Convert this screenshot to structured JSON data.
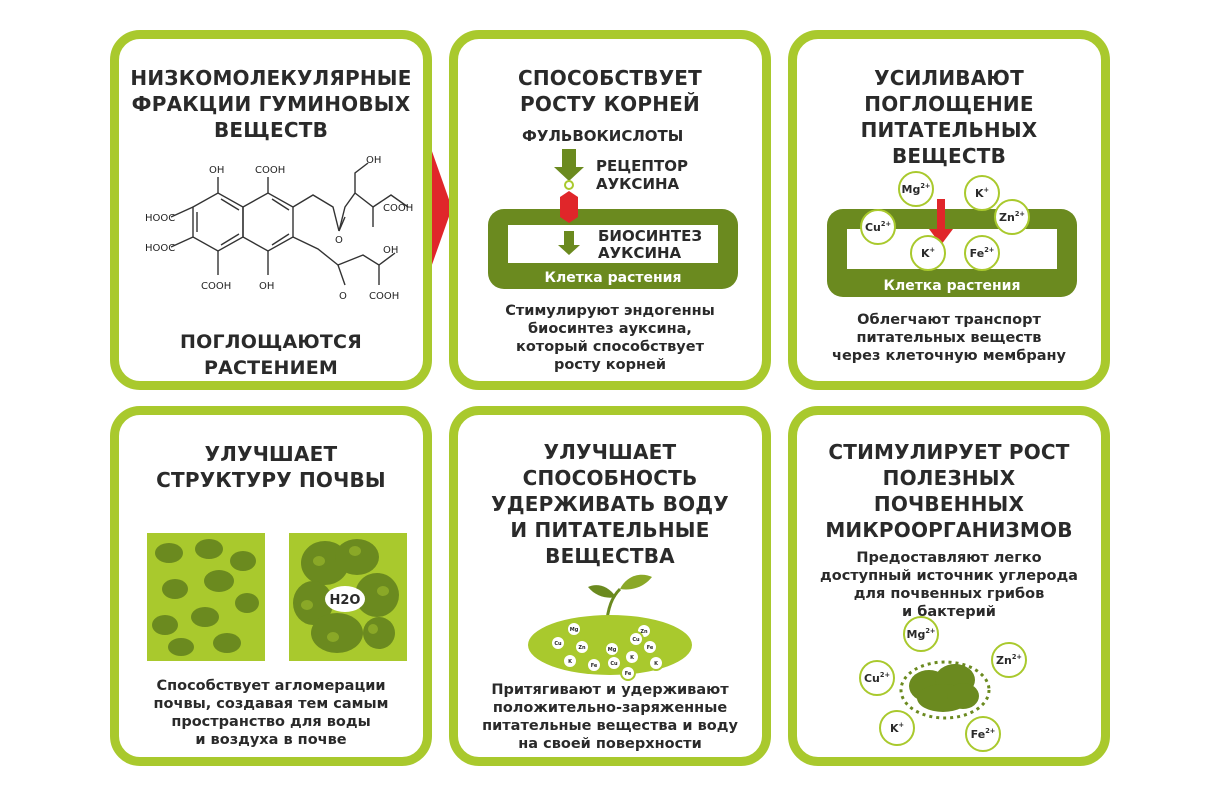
{
  "colors": {
    "border": "#a9c92d",
    "dark_green": "#6b8a1f",
    "olive": "#7a9a1e",
    "lime": "#a9c92d",
    "red_arrow": "#e0262a"
  },
  "cards": [
    {
      "title_lines": [
        "НИЗКОМОЛЕКУЛЯРНЫЕ",
        "ФРАКЦИИ ГУМИНОВЫХ",
        "ВЕЩЕСТВ"
      ],
      "molecule_labels": {
        "oh": "OH",
        "cooh": "COOH",
        "hooc": "HOOC",
        "o": "O"
      },
      "bottom_lines": [
        "ПОГЛОЩАЮТСЯ",
        "РАСТЕНИЕМ"
      ]
    },
    {
      "title_lines": [
        "СПОСОБСТВУЕТ",
        "РОСТУ КОРНЕЙ"
      ],
      "fulvic": "ФУЛЬВОКИСЛОТЫ",
      "receptor_lines": [
        "РЕЦЕПТОР",
        "АУКСИНА"
      ],
      "biosynth_lines": [
        "БИОСИНТЕЗ",
        "АУКСИНА"
      ],
      "cell_label": "Клетка растения",
      "desc_lines": [
        "Стимулируют эндогенны",
        "биосинтез ауксина,",
        "который способствует",
        "росту корней"
      ]
    },
    {
      "title_lines": [
        "УСИЛИВАЮТ",
        "ПОГЛОЩЕНИЕ",
        "ПИТАТЕЛЬНЫХ",
        "ВЕЩЕСТВ"
      ],
      "ions": [
        "Mg",
        "K",
        "Zn",
        "Cu",
        "K",
        "Fe"
      ],
      "ion_charges": [
        "2+",
        "+",
        "2+",
        "2+",
        "+",
        "2+"
      ],
      "cell_label": "Клетка растения",
      "desc_lines": [
        "Облегчают транспорт",
        "питательных веществ",
        "через клеточную мембрану"
      ]
    },
    {
      "title_lines": [
        "УЛУЧШАЕТ",
        "СТРУКТУРУ ПОЧВЫ"
      ],
      "h2o": "H2O",
      "desc_lines": [
        "Способствует агломерации",
        "почвы, создавая тем самым",
        "пространство для воды",
        "и воздуха в почве"
      ]
    },
    {
      "title_lines": [
        "УЛУЧШАЕТ",
        "СПОСОБНОСТЬ",
        "УДЕРЖИВАТЬ ВОДУ",
        "И ПИТАТЕЛЬНЫЕ",
        "ВЕЩЕСТВА"
      ],
      "ions": [
        "Mg",
        "Cu",
        "Zn",
        "K",
        "Fe",
        "Mg",
        "Cu",
        "K",
        "Zn",
        "Fe",
        "Cu",
        "K",
        "Fe"
      ],
      "desc_lines": [
        "Притягивают и удерживают",
        "положительно-заряженные",
        "питательные вещества и воду",
        "на своей поверхности"
      ]
    },
    {
      "title_lines": [
        "СТИМУЛИРУЕТ РОСТ",
        "ПОЛЕЗНЫХ",
        "ПОЧВЕННЫХ",
        "МИКРООРГАНИЗМОВ"
      ],
      "desc_lines": [
        "Предоставляют легко",
        "доступный источник углерода",
        "для почвенных грибов",
        "и бактерий"
      ],
      "ions": [
        "Mg",
        "Zn",
        "Cu",
        "K",
        "Fe"
      ],
      "ion_charges": [
        "2+",
        "2+",
        "2+",
        "+",
        "2+"
      ]
    }
  ]
}
